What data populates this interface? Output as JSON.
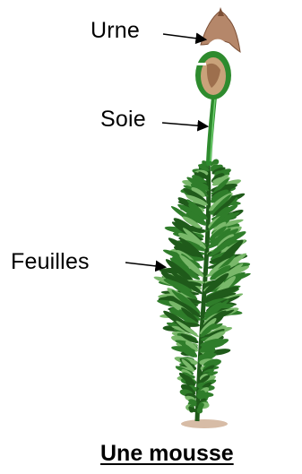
{
  "labels": {
    "urne": "Urne",
    "soie": "Soie",
    "feuilles": "Feuilles"
  },
  "caption": "Une mousse",
  "colors": {
    "leaf_dark": "#1f5a1a",
    "leaf_mid": "#2f7d2a",
    "leaf_light": "#79b86a",
    "seta": "#2e8b2e",
    "calyptra": "#b5876a",
    "capsule": "#c9a27a",
    "soil": "#d7bca6"
  }
}
